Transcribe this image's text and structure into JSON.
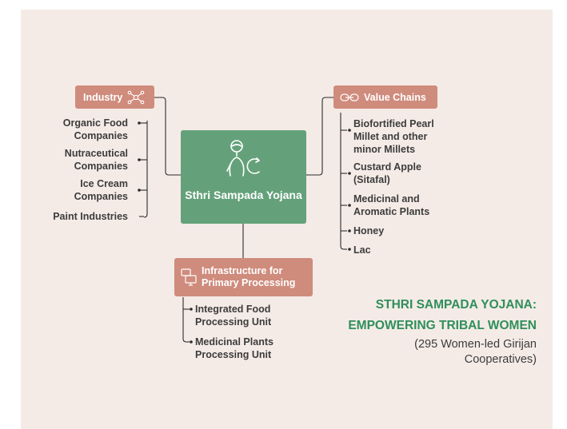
{
  "industry": {
    "label": "Industry",
    "items": [
      "Organic Food Companies",
      "Nutraceutical Companies",
      "Ice Cream Companies",
      "Paint Industries"
    ]
  },
  "value_chains": {
    "label": "Value Chains",
    "items": [
      "Biofortified Pearl Millet and other minor Millets",
      "Custard Apple (Sitafal)",
      "Medicinal and Aromatic Plants",
      "Honey",
      "Lac"
    ]
  },
  "center": {
    "title": "Sthri Sampada Yojana"
  },
  "infrastructure": {
    "label": "Infrastructure for Primary Processing",
    "items": [
      "Integrated Food Processing Unit",
      "Medicinal Plants Processing Unit"
    ]
  },
  "heading": {
    "title_line1": "STHRI SAMPADA YOJANA:",
    "title_line2": "EMPOWERING TRIBAL WOMEN",
    "subtitle_line1": "(295 Women-led Girijan",
    "subtitle_line2": "Cooperatives)"
  },
  "colors": {
    "background": "#f4ebe7",
    "salmon": "#cf8b7c",
    "green": "#64a17a",
    "title_green": "#2f8f5a"
  },
  "icons": {
    "industry": "network-icon",
    "value_chains": "link-icon",
    "center": "person-cycle-icon",
    "infrastructure": "computer-monitor-icon"
  }
}
